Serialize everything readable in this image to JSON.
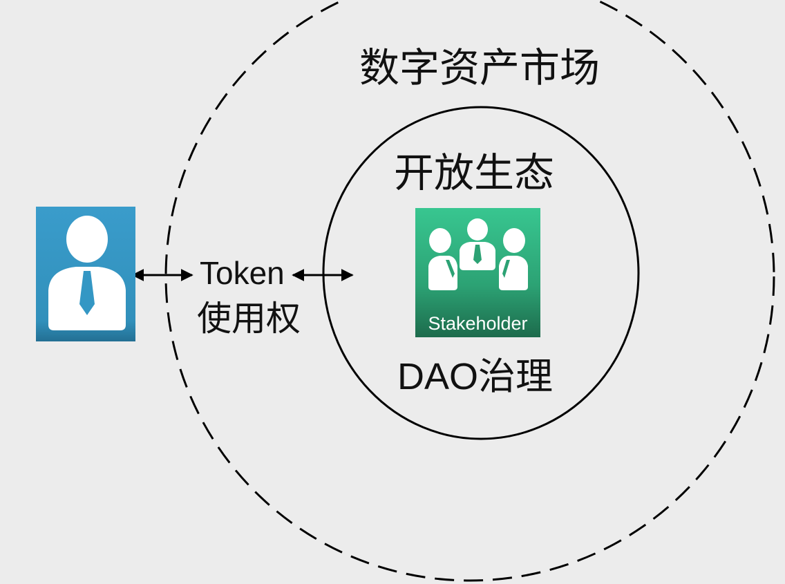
{
  "outer_circle": {
    "label": "数字资产市场"
  },
  "inner_circle": {
    "label_top": "开放生态",
    "label_bottom": "DAO治理"
  },
  "user": {
    "icon": "user-icon",
    "color": "#3497c4"
  },
  "link": {
    "token_label": "Token",
    "right_label": "使用权"
  },
  "stakeholder": {
    "icon": "stakeholders-icon",
    "label": "Stakeholder",
    "color": "#35c08b"
  }
}
